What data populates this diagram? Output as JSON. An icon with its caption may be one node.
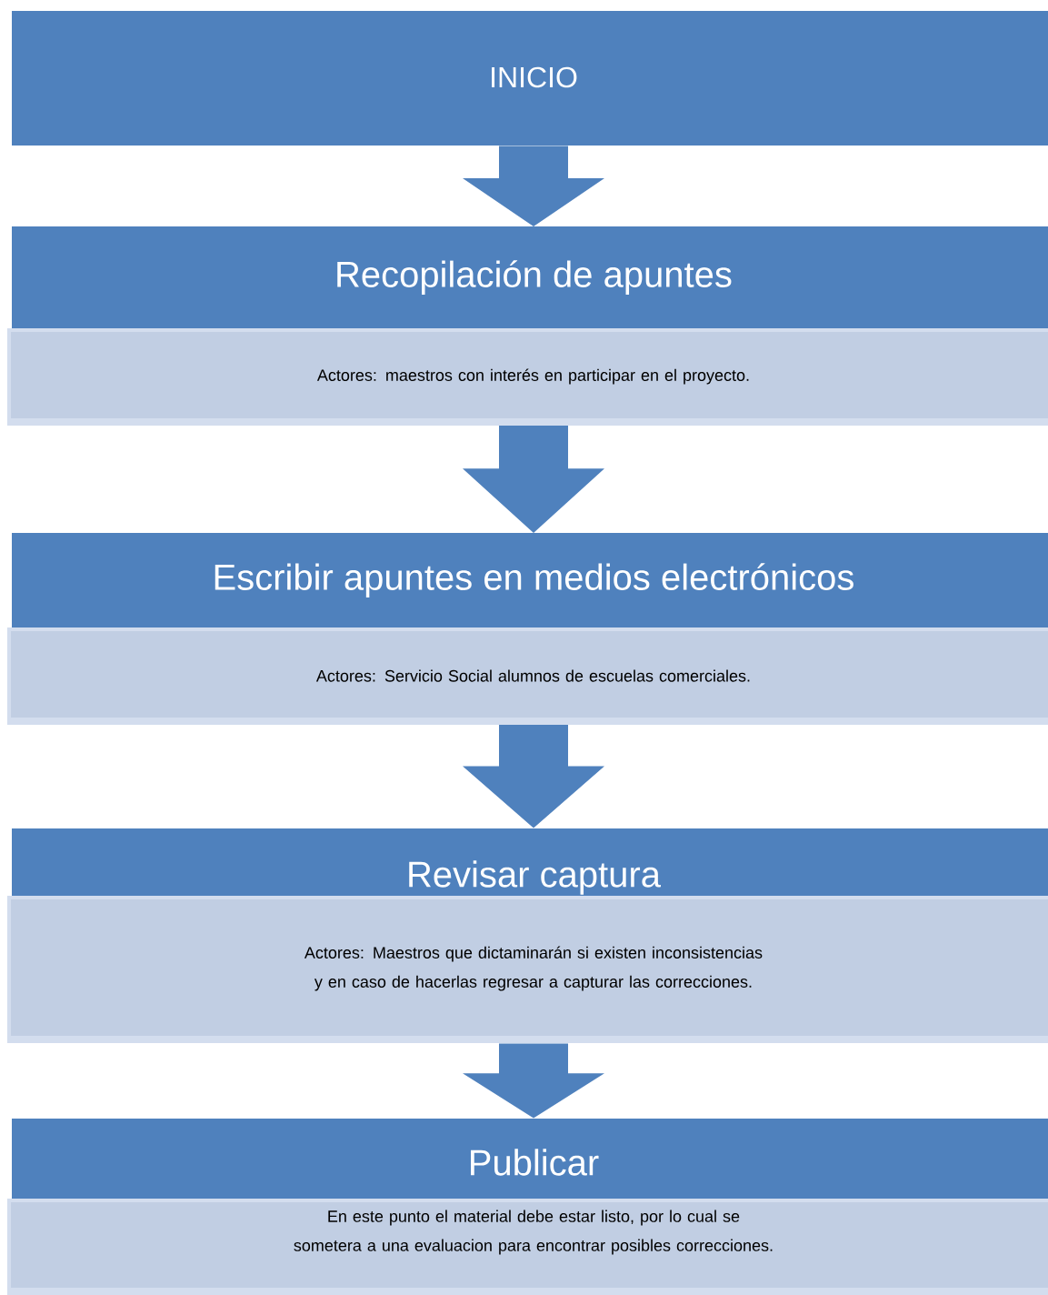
{
  "diagram": {
    "nodes": [
      {
        "text": [
          "INICIO"
        ]
      },
      {
        "text": [
          "Recopilación de apuntes",
          "Actores: maestros con interés en participar en el proyecto."
        ]
      },
      {
        "text": [
          "Escribir apuntes en medios electrónicos",
          "Actores: Servicio Social alumnos de escuelas comerciales."
        ]
      },
      {
        "text": [
          "Revisar captura",
          "Actores: Maestros que dictaminarán si existen inconsistencias y en caso de hacerlas regresar a capturar las correcciones."
        ]
      },
      {
        "text": [
          "Publicar",
          "En este punto el material debe estar listo, por lo cual se sometera a una evaluacion para encontrar posibles correcciones."
        ]
      }
    ],
    "edges": [
      {
        "from": 0,
        "to": 1,
        "arrow": "to"
      },
      {
        "from": 1,
        "to": 2,
        "arrow": "to"
      },
      {
        "from": 2,
        "to": 3,
        "arrow": "to"
      },
      {
        "from": 3,
        "to": 4,
        "arrow": "to"
      }
    ]
  }
}
